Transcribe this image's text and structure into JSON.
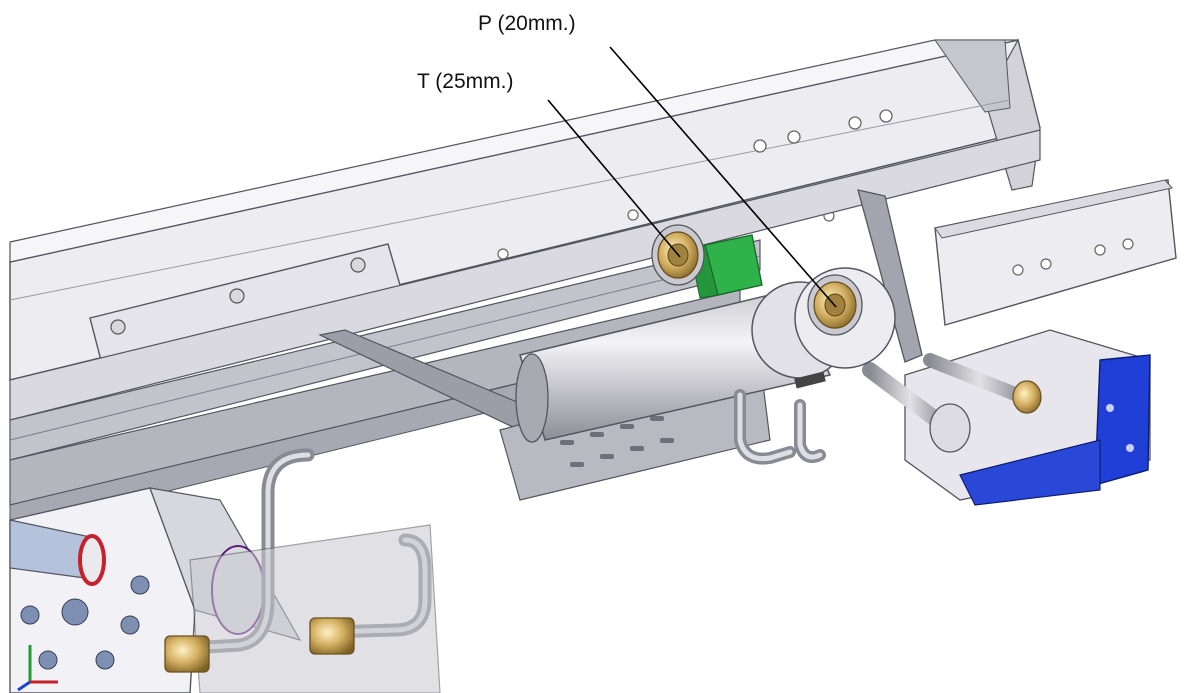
{
  "callouts": [
    {
      "id": "p",
      "text": "P (20mm.)"
    },
    {
      "id": "t",
      "text": "T (25mm.)"
    }
  ],
  "colors": {
    "steel_light": "#ececf0",
    "steel_mid": "#c8c8d0",
    "steel_dark": "#8f8f99",
    "brass": "#d4b062",
    "valve_green": "#2fb24a",
    "motor_blue": "#1f3fd6",
    "seal_red": "#c8202a"
  },
  "icons": [
    "axis-triad-icon"
  ]
}
